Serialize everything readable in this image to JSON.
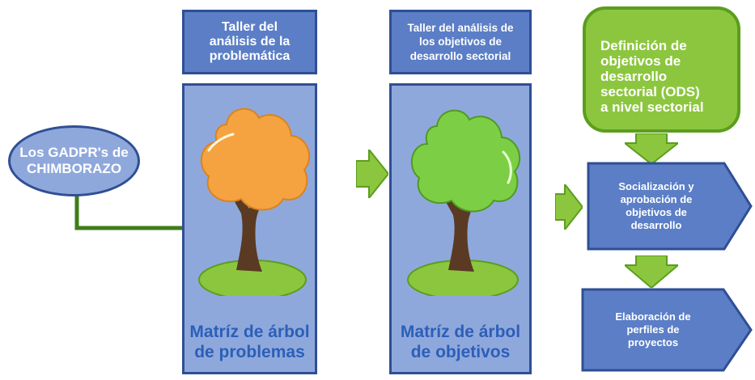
{
  "start_oval": {
    "text": "Los GADPR's de\nCHIMBORAZO"
  },
  "stage1": {
    "header": "Taller del\nanálisis de la\nproblemática",
    "panel_title": "Matríz de árbol\nde problemas"
  },
  "stage2": {
    "header": "Taller del análisis de\nlos objetivos de\ndesarrollo sectorial",
    "panel_title": "Matríz de árbol\nde objetivos"
  },
  "stage3": {
    "definition": "Definición de\nobjetivos de\ndesarrollo\nsectorial (ODS)\na nivel sectorial",
    "socialization": "Socialización y\naprobación de\nobjetivos de\ndesarrollo",
    "elaboration": "Elaboración de\nperfiles de\nproyectos"
  },
  "colors": {
    "blue_dark": "#2f4f94",
    "blue_header": "#5b7ec6",
    "blue_panel": "#8fa8dc",
    "green": "#8cc63f",
    "green_dark": "#3f7d1a",
    "tree_orange": "#f4a340",
    "tree_green": "#7ccf44",
    "trunk": "#5a3a22"
  }
}
